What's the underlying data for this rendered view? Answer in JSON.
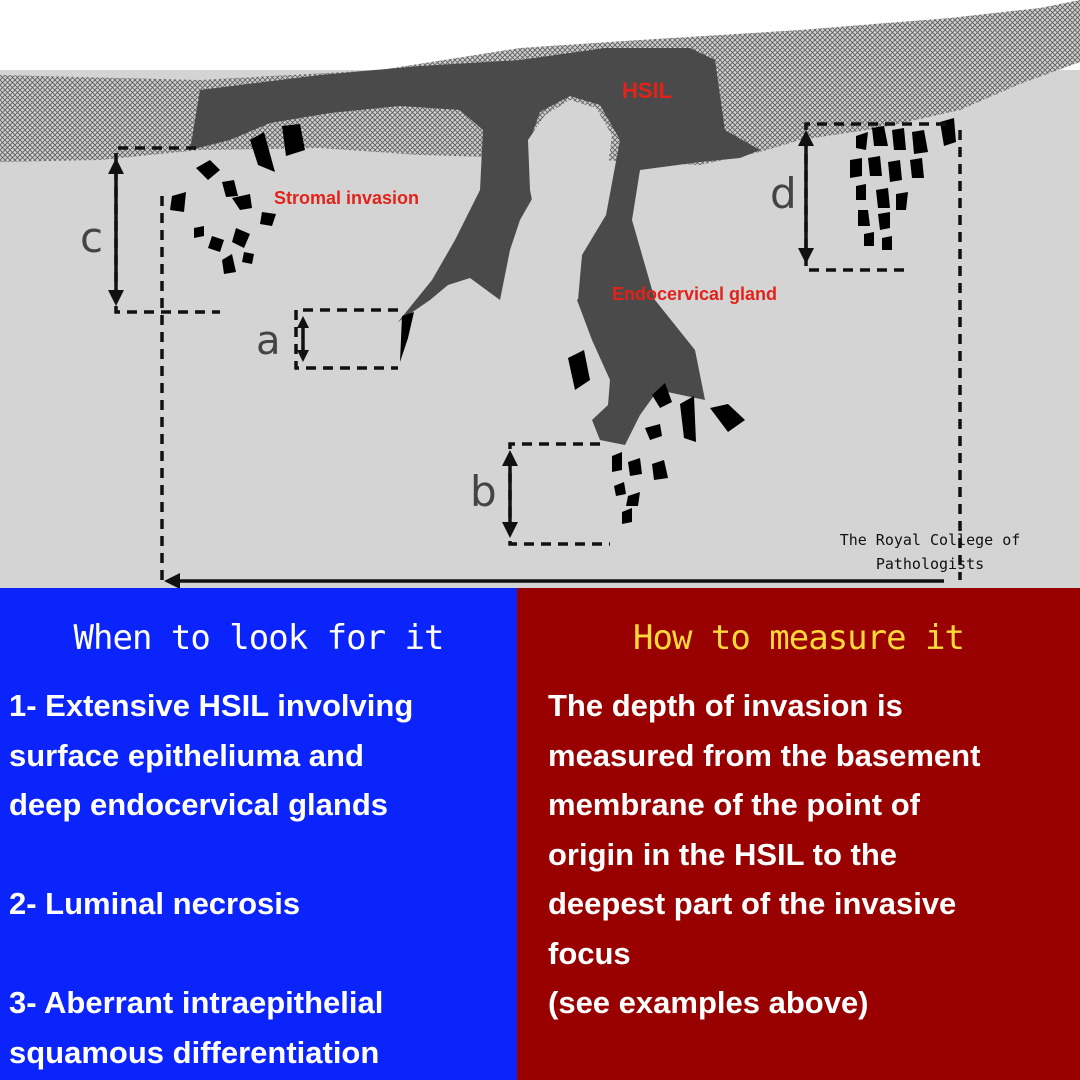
{
  "diagram": {
    "labels": {
      "hsil": "HSIL",
      "stromal_invasion": "Stromal invasion",
      "endocervical_gland": "Endocervical gland",
      "a": "a",
      "b": "b",
      "c": "c",
      "d": "d"
    },
    "credit_line1": "The Royal College of",
    "credit_line2": "Pathologists"
  },
  "left_panel": {
    "heading": "When to look for it",
    "lines": [
      "1- Extensive HSIL involving",
      "surface epitheliuma and",
      "deep endocervical glands",
      "2- Luminal necrosis",
      "3- Aberrant intraepithelial",
      "squamous differentiation"
    ]
  },
  "right_panel": {
    "heading": "How to measure it",
    "lines": [
      "The depth of invasion is",
      "measured from the basement",
      "membrane of the point of",
      "origin in the HSIL to the",
      "deepest part of the invasive",
      "focus",
      "(see examples above)"
    ]
  },
  "colors": {
    "left_panel_bg": "#0b24fb",
    "right_panel_bg": "#990000",
    "right_heading": "#ffd83a",
    "label_red": "#e32219",
    "tissue": "#4a4a4a",
    "stroma": "#d4d4d4"
  }
}
